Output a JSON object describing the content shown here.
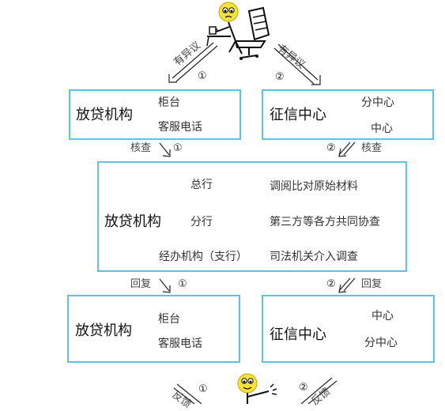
{
  "top": {
    "left_label": "有异议",
    "left_num": "①",
    "right_label": "有异议",
    "right_num": "②"
  },
  "row1": {
    "left": {
      "title": "放贷机构",
      "items": [
        "柜台",
        "客服电话"
      ]
    },
    "right": {
      "title": "征信中心",
      "items": [
        "分中心",
        "中心"
      ]
    }
  },
  "mid_arrows": {
    "left_label": "核查",
    "left_num": "①",
    "right_num": "②",
    "right_label": "核查"
  },
  "center": {
    "title": "放贷机构",
    "hierarchy": [
      "总行",
      "分行",
      "经办机构（支行）"
    ],
    "methods": [
      "调阅比对原始材料",
      "第三方等各方共同协查",
      "司法机关介入调查"
    ]
  },
  "reply_arrows": {
    "left_label": "回复",
    "left_num": "①",
    "right_num": "②",
    "right_label": "回复"
  },
  "row3": {
    "left": {
      "title": "放贷机构",
      "items": [
        "柜台",
        "客服电话"
      ]
    },
    "right": {
      "title": "征信中心",
      "items": [
        "中心",
        "分中心"
      ]
    }
  },
  "bottom": {
    "left_label": "反馈",
    "left_num": "①",
    "right_num": "②",
    "right_label": "反馈"
  },
  "colors": {
    "box_border": "#5ec4e6",
    "down_arrow": "#a9dcf2",
    "face": "#f7e23a"
  }
}
